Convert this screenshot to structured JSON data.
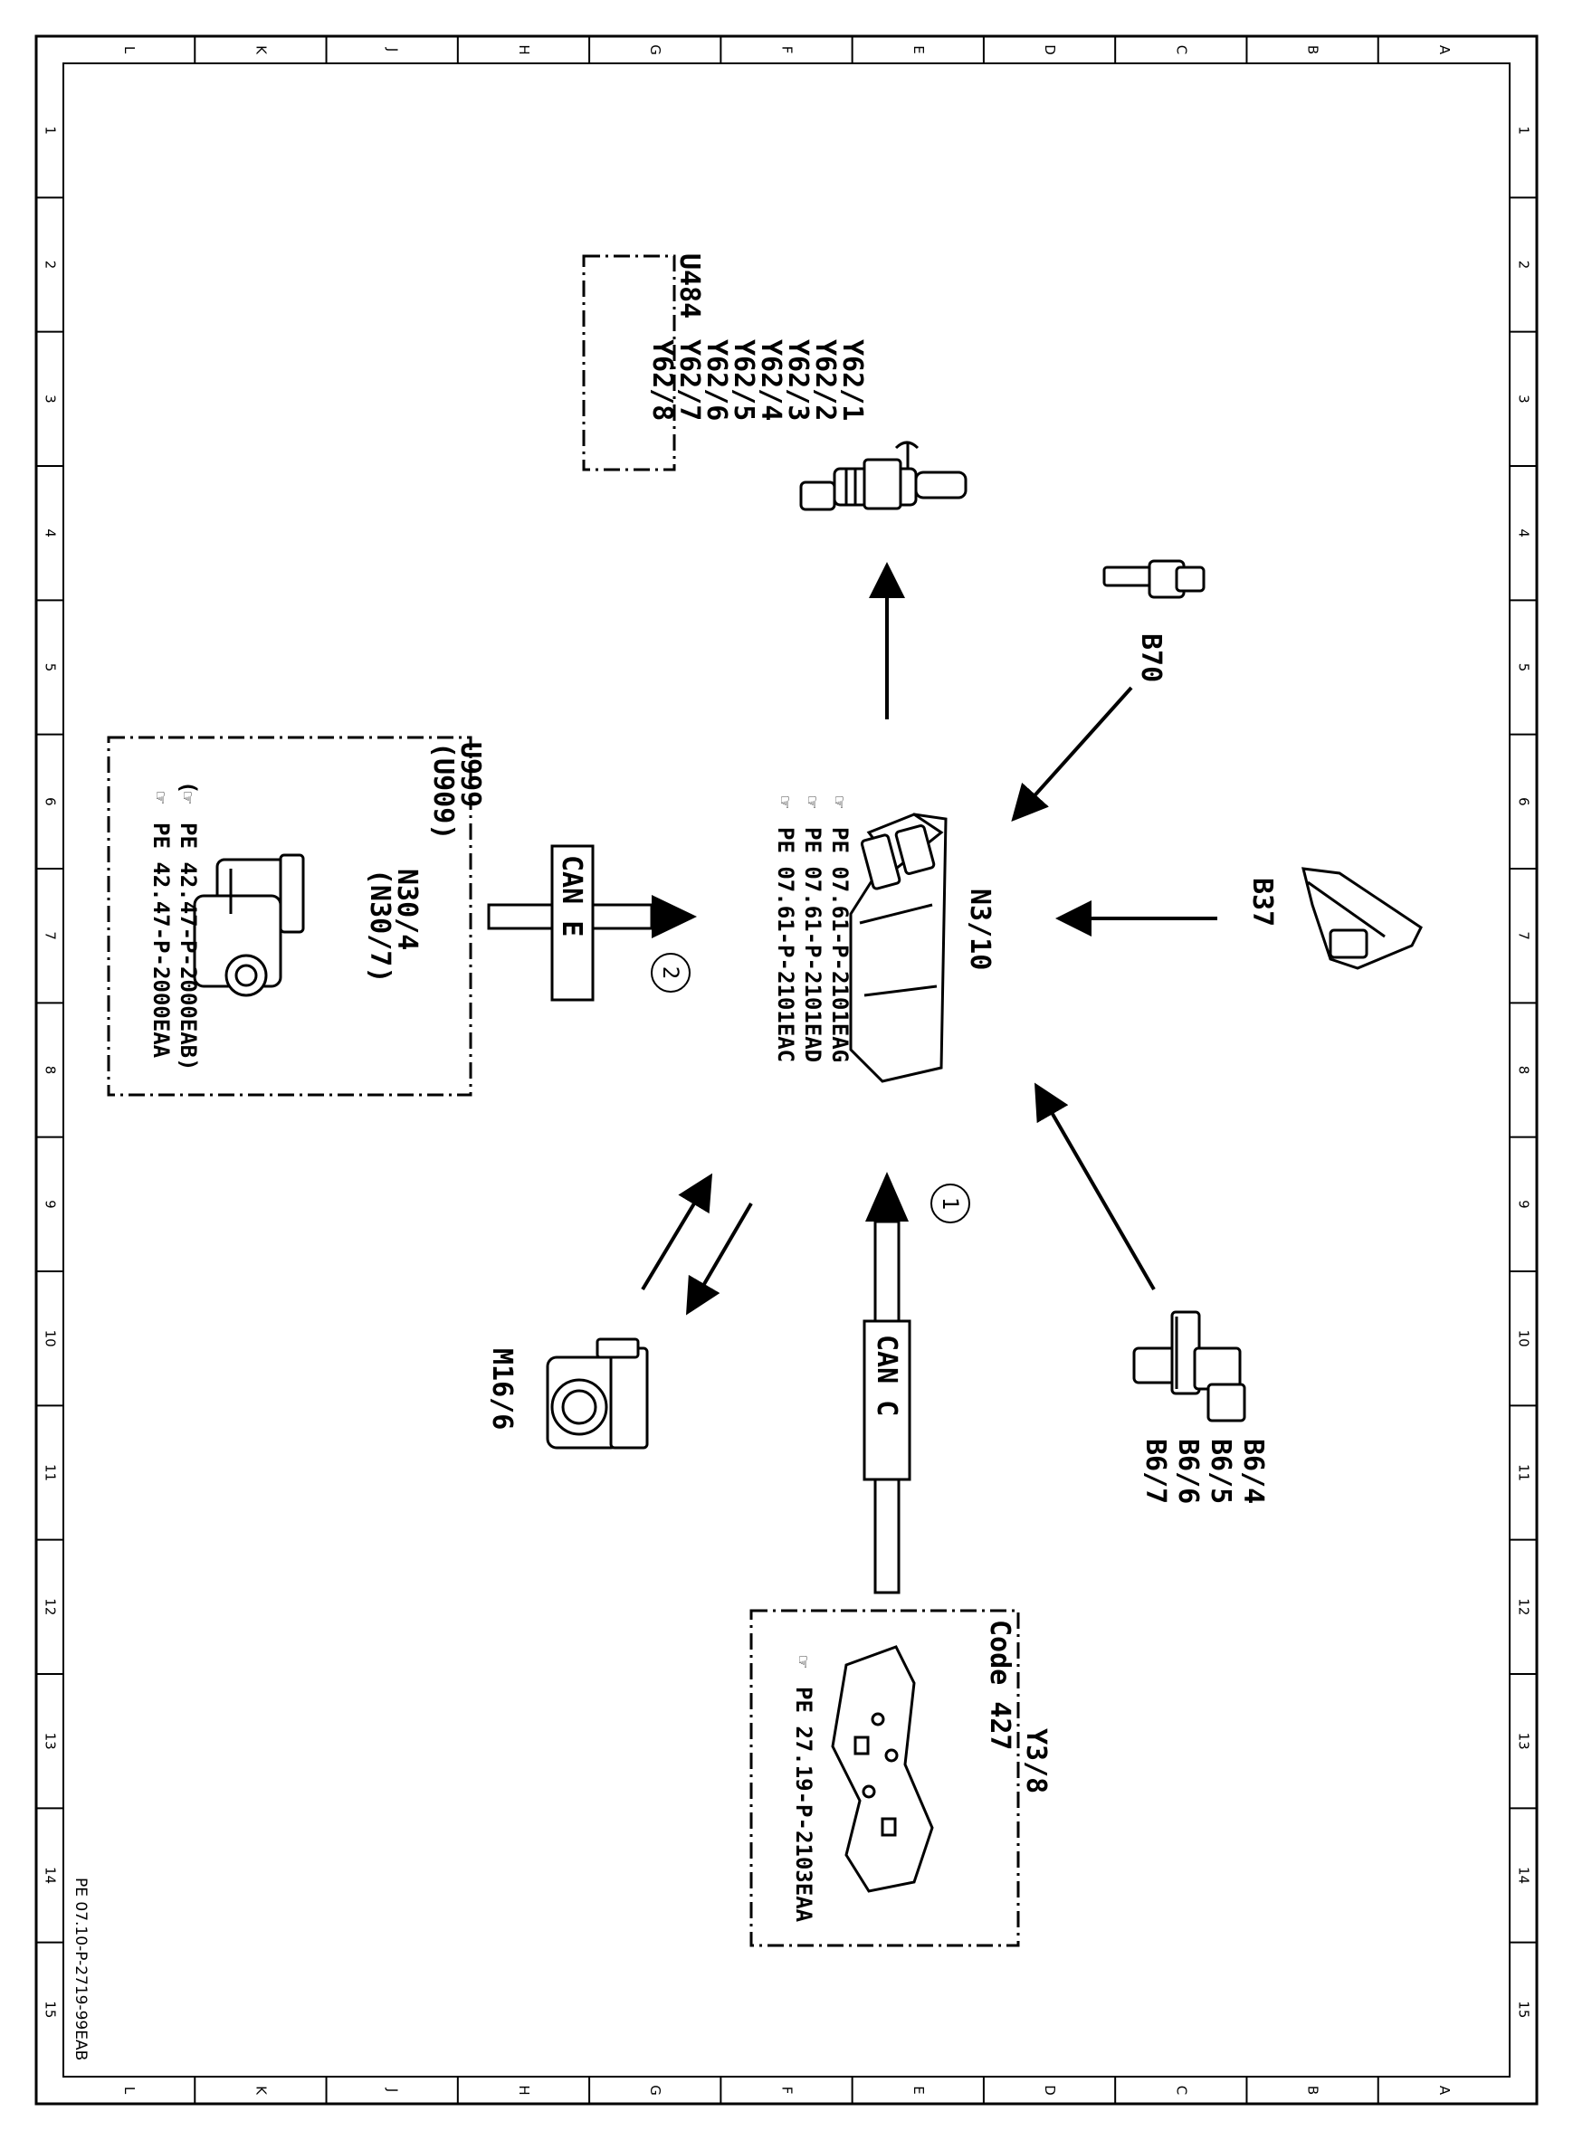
{
  "frame": {
    "columns": [
      "L",
      "K",
      "J",
      "H",
      "G",
      "F",
      "E",
      "D",
      "C",
      "B",
      "A"
    ],
    "rows": [
      "1",
      "2",
      "3",
      "4",
      "5",
      "6",
      "7",
      "8",
      "9",
      "10",
      "11",
      "12",
      "13",
      "14",
      "15"
    ]
  },
  "document_id": "PE 07.10-P-2719-99EAB",
  "components": {
    "central": {
      "label": "N3/10",
      "refs": [
        "PE 07.61-P-2101EAC",
        "PE 07.61-P-2101EAD",
        "PE 07.61-P-2101EAG"
      ]
    },
    "injectors": {
      "labels": [
        "Y62/1",
        "Y62/2",
        "Y62/3",
        "Y62/4",
        "Y62/5",
        "Y62/6",
        "Y62/7",
        "Y62/8"
      ],
      "box_label": "U484"
    },
    "b70": {
      "label": "B70"
    },
    "b37": {
      "label": "B37"
    },
    "b6": {
      "labels": [
        "B6/4",
        "B6/5",
        "B6/6",
        "B6/7"
      ]
    },
    "m16": {
      "label": "M16/6"
    },
    "y38": {
      "code": "Code 427",
      "label": "Y3/8",
      "ref": "PE 27.19-P-2103EAA"
    },
    "n30": {
      "box_label": "U999",
      "box_label_alt": "(U909)",
      "label": "N30/4",
      "label_alt": "(N30/7)",
      "ref": "PE 42.47-P-2000EAA",
      "ref_alt": "PE 42.47-P-2000EAB)",
      "ref_alt_open": "("
    }
  },
  "buses": {
    "can_e": {
      "label": "CAN E",
      "number": "2"
    },
    "can_c": {
      "label": "CAN C",
      "number": "1"
    }
  },
  "icons": {
    "reference": "hand-pointer-reference-icon"
  }
}
